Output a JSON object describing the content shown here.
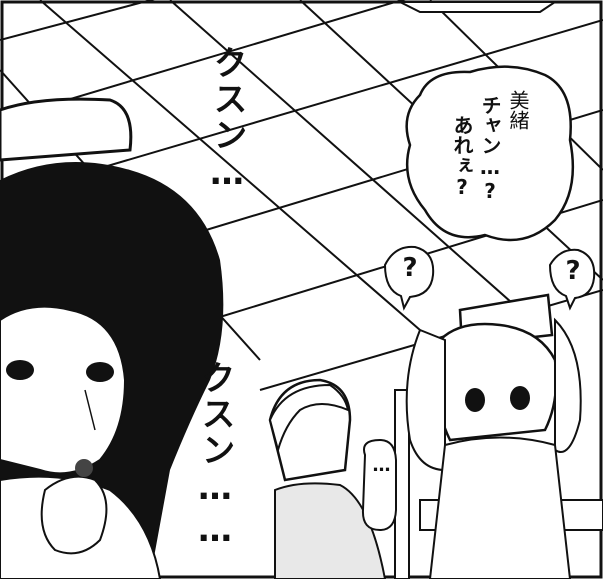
{
  "dialogue": {
    "speech_balloon_line1": "美緒",
    "speech_balloon_line2": "チャン…?",
    "speech_balloon_line3": "あれぇ?",
    "sob_top": "クスン…",
    "sob_bottom": "クスン……",
    "silent_ellipsis": "…",
    "question_left": "?",
    "question_right": "?"
  }
}
